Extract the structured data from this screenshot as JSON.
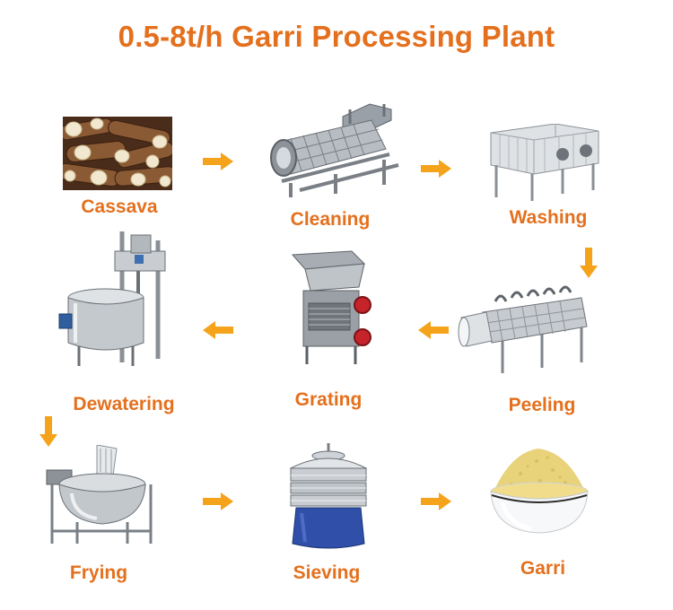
{
  "title": "0.5-8t/h Garri Processing Plant",
  "colors": {
    "accent": "#e4701e",
    "arrow": "#f4a31b"
  },
  "steps": [
    {
      "label": "Cassava"
    },
    {
      "label": "Cleaning"
    },
    {
      "label": "Washing"
    },
    {
      "label": "Peeling"
    },
    {
      "label": "Grating"
    },
    {
      "label": "Dewatering"
    },
    {
      "label": "Frying"
    },
    {
      "label": "Sieving"
    },
    {
      "label": "Garri"
    }
  ]
}
